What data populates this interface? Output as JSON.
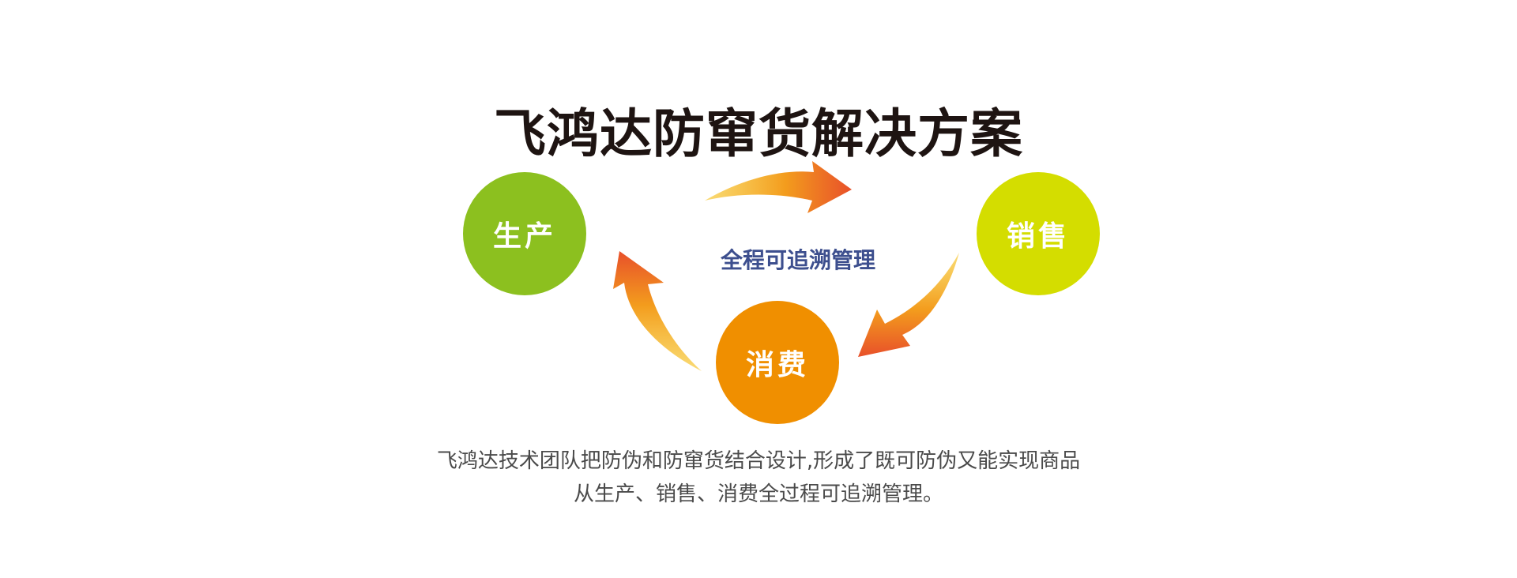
{
  "title": "飞鸿达防窜货解决方案",
  "diagram": {
    "center_label": "全程可追溯管理",
    "nodes": [
      {
        "id": "produce",
        "label": "生产",
        "color": "#8cc01f"
      },
      {
        "id": "sales",
        "label": "销售",
        "color": "#d4dd00"
      },
      {
        "id": "consume",
        "label": "消费",
        "color": "#f08f00"
      }
    ],
    "arrow_gradient": {
      "start": "#f6c21a",
      "end": "#e84a2a"
    }
  },
  "description": {
    "line1": "飞鸿达技术团队把防伪和防窜货结合设计,形成了既可防伪又能实现商品",
    "line2": "从生产、销售、消费全过程可追溯管理。"
  }
}
